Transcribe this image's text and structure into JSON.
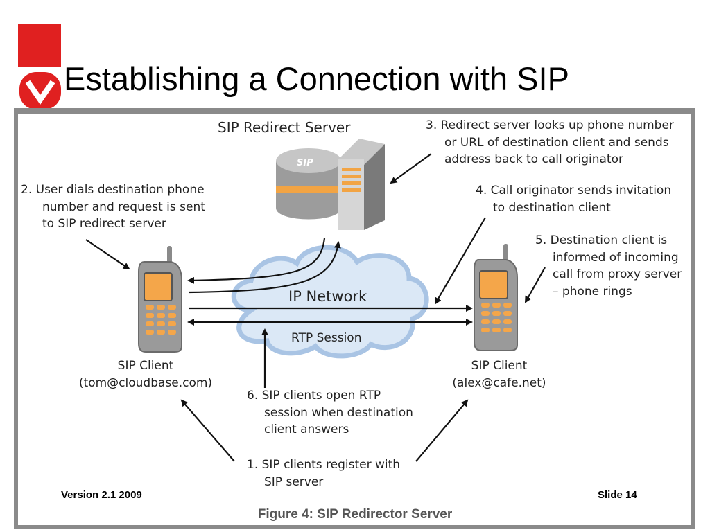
{
  "slide": {
    "title": "Establishing a Connection with SIP",
    "footer_left": "Version 2.1 2009",
    "footer_right": "Slide 14"
  },
  "diagram": {
    "server_title": "SIP Redirect Server",
    "server_badge": "SIP",
    "network_label": "IP Network",
    "rtp_label": "RTP Session",
    "left_client": {
      "name": "SIP Client",
      "address": "(tom@cloudbase.com)"
    },
    "right_client": {
      "name": "SIP Client",
      "address": "(alex@cafe.net)"
    },
    "steps": {
      "s1": [
        "1. SIP clients register with",
        "SIP server"
      ],
      "s2": [
        "2. User dials destination phone",
        "number and request is sent",
        "to SIP redirect server"
      ],
      "s3": [
        "3. Redirect server looks up phone number",
        "or URL of destination client and sends",
        "address back to call originator"
      ],
      "s4": [
        "4. Call originator sends invitation",
        "to destination client"
      ],
      "s5": [
        "5. Destination client is",
        "informed of incoming",
        "call from proxy server",
        "– phone rings"
      ],
      "s6": [
        "6. SIP clients open RTP",
        "session when destination",
        "client answers"
      ]
    },
    "figure_caption": "Figure 4: SIP Redirector Server",
    "colors": {
      "logo_red": "#e02020",
      "cloud_fill": "#dbe8f6",
      "cloud_edge": "#a9c4e4",
      "server_orange": "#f2a444",
      "phone_body": "#9a9a9a",
      "phone_keys": "#f4a64a"
    }
  }
}
